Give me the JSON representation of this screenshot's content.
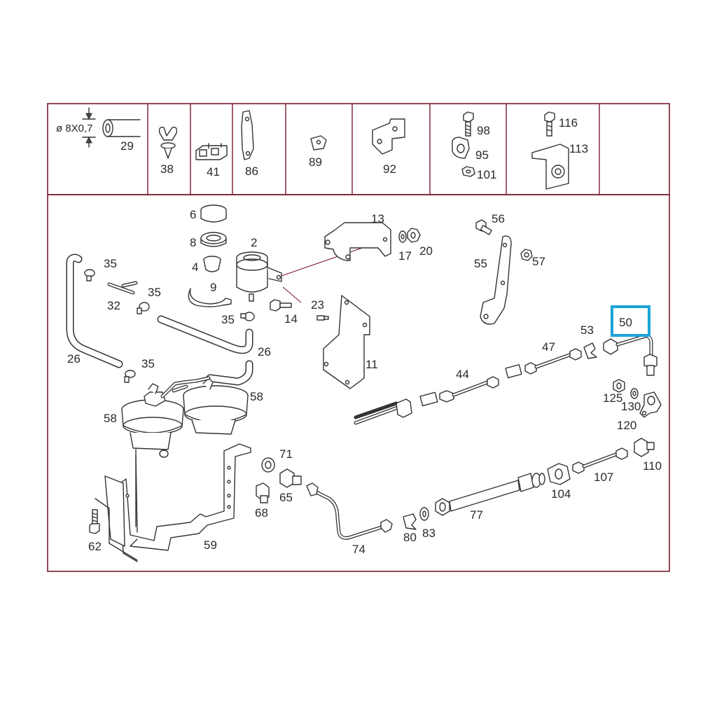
{
  "header": {
    "dimension_text": "ø 8X0,7"
  },
  "header_cells": [
    "29",
    "38",
    "41",
    "86",
    "89",
    "92",
    "98",
    "95",
    "101",
    "116",
    "113"
  ],
  "callouts": {
    "p2": "2",
    "p4": "4",
    "p6": "6",
    "p8": "8",
    "p9": "9",
    "p11": "11",
    "p13": "13",
    "p14": "14",
    "p17": "17",
    "p20": "20",
    "p23": "23",
    "p26a": "26",
    "p26b": "26",
    "p32": "32",
    "p35a": "35",
    "p35b": "35",
    "p35c": "35",
    "p35d": "35",
    "p44": "44",
    "p47": "47",
    "p50": "50",
    "p53": "53",
    "p55": "55",
    "p56": "56",
    "p57": "57",
    "p58a": "58",
    "p58b": "58",
    "p59": "59",
    "p62": "62",
    "p65": "65",
    "p68": "68",
    "p71": "71",
    "p74": "74",
    "p77": "77",
    "p80": "80",
    "p83": "83",
    "p104": "104",
    "p107": "107",
    "p110": "110",
    "p120": "120",
    "p125": "125",
    "p130": "130"
  },
  "highlighted_part": "50",
  "colors": {
    "frame": "#7a1a2c",
    "drawing": "#333333",
    "highlight": "#1aa3d9"
  }
}
